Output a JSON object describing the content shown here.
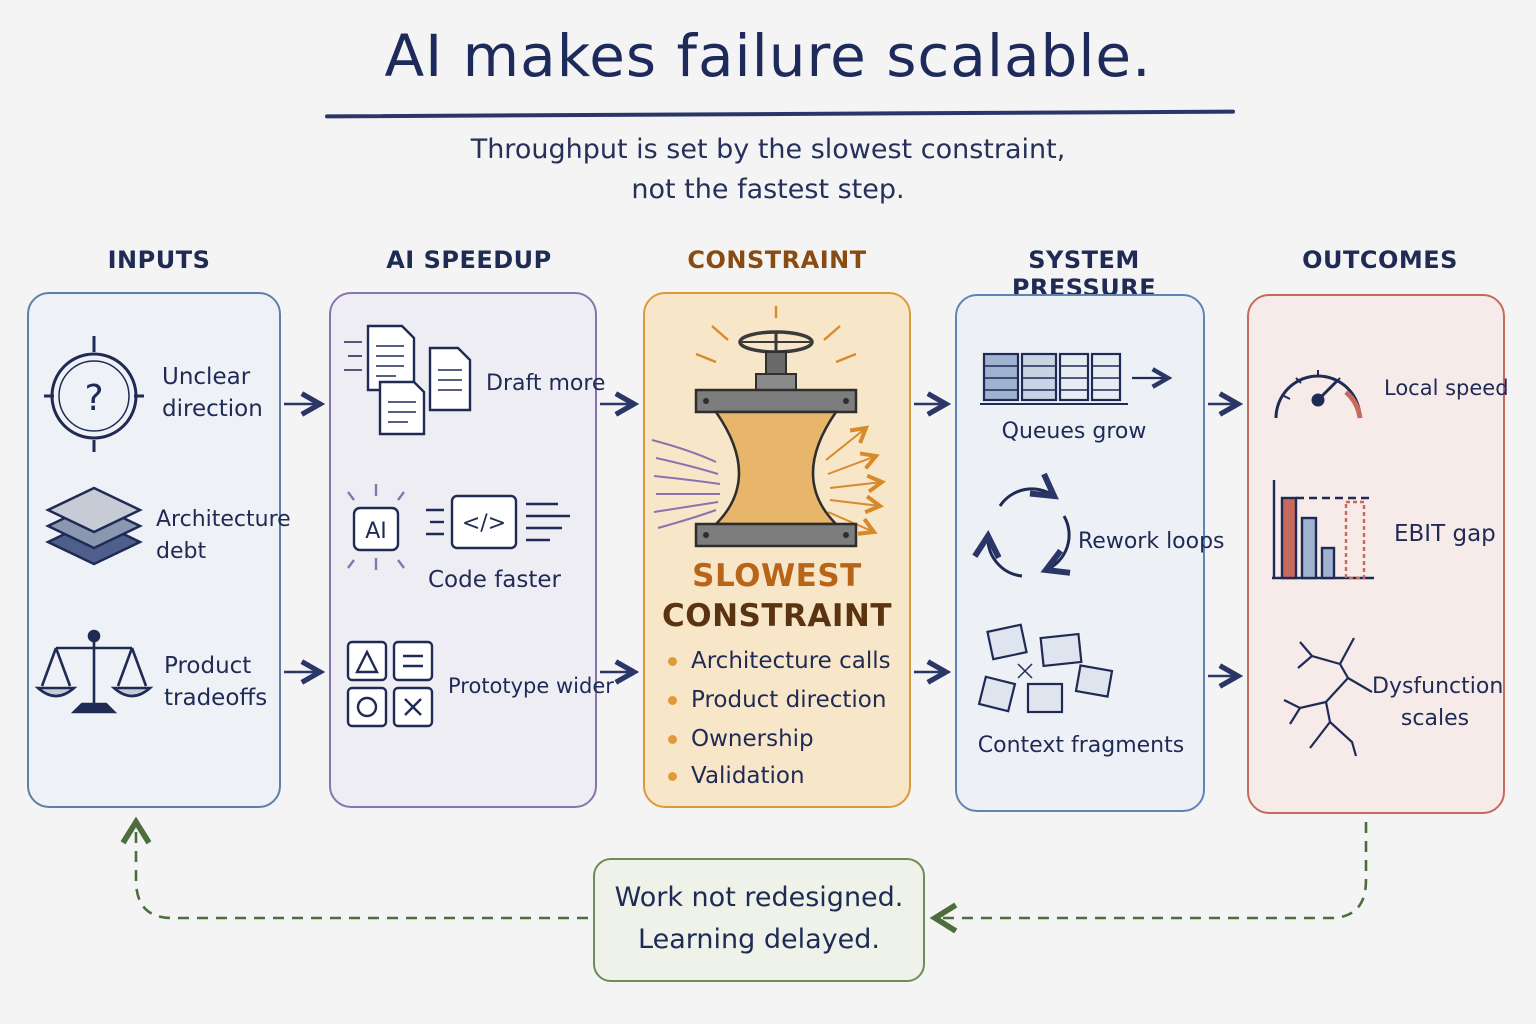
{
  "title": "AI makes failure scalable.",
  "subtitle": {
    "line1": "Throughput is set by the slowest constraint,",
    "line2": "not the fastest step."
  },
  "columns": {
    "inputs": {
      "header": "INPUTS",
      "items": [
        {
          "icon": "clock-question-icon",
          "line1": "Unclear",
          "line2": "direction"
        },
        {
          "icon": "layers-icon",
          "line1": "Architecture",
          "line2": "debt"
        },
        {
          "icon": "balance-scale-icon",
          "line1": "Product",
          "line2": "tradeoffs"
        }
      ]
    },
    "ai_speedup": {
      "header": "AI SPEEDUP",
      "items": [
        {
          "icon": "documents-icon",
          "label": "Draft more"
        },
        {
          "icon": "ai-code-icon",
          "label": "Code faster",
          "badge": "AI",
          "code_glyph": "</>"
        },
        {
          "icon": "shapes-grid-icon",
          "label": "Prototype wider"
        }
      ]
    },
    "constraint": {
      "header": "CONSTRAINT",
      "icon": "valve-bottleneck-icon",
      "title_line1": "SLOWEST",
      "title_line2": "CONSTRAINT",
      "bullets": [
        "Architecture calls",
        "Product direction",
        "Ownership",
        "Validation"
      ]
    },
    "system_pressure": {
      "header": "SYSTEM PRESSURE",
      "items": [
        {
          "icon": "queue-icon",
          "label": "Queues grow"
        },
        {
          "icon": "cycle-arrows-icon",
          "label": "Rework loops"
        },
        {
          "icon": "scattered-cards-icon",
          "label": "Context fragments"
        }
      ]
    },
    "outcomes": {
      "header": "OUTCOMES",
      "items": [
        {
          "icon": "speedometer-icon",
          "label": "Local speed"
        },
        {
          "icon": "bar-chart-gap-icon",
          "line1": "EBIT",
          "line2": "gap"
        },
        {
          "icon": "crack-icon",
          "line1": "Dysfunction",
          "line2": "scales"
        }
      ]
    }
  },
  "feedback": {
    "line1": "Work not redesigned.",
    "line2": "Learning delayed."
  },
  "colors": {
    "ink": "#1f2a55",
    "inputs_border": "#5f7fa8",
    "ai_border": "#8a74b0",
    "constraint_border": "#dc9b3a",
    "constraint_fill": "#f8e6c9",
    "constraint_text": "#8a4a13",
    "system_border": "#5f85b6",
    "outcomes_border": "#c76a5d",
    "feedback_border": "#6c8e56"
  }
}
